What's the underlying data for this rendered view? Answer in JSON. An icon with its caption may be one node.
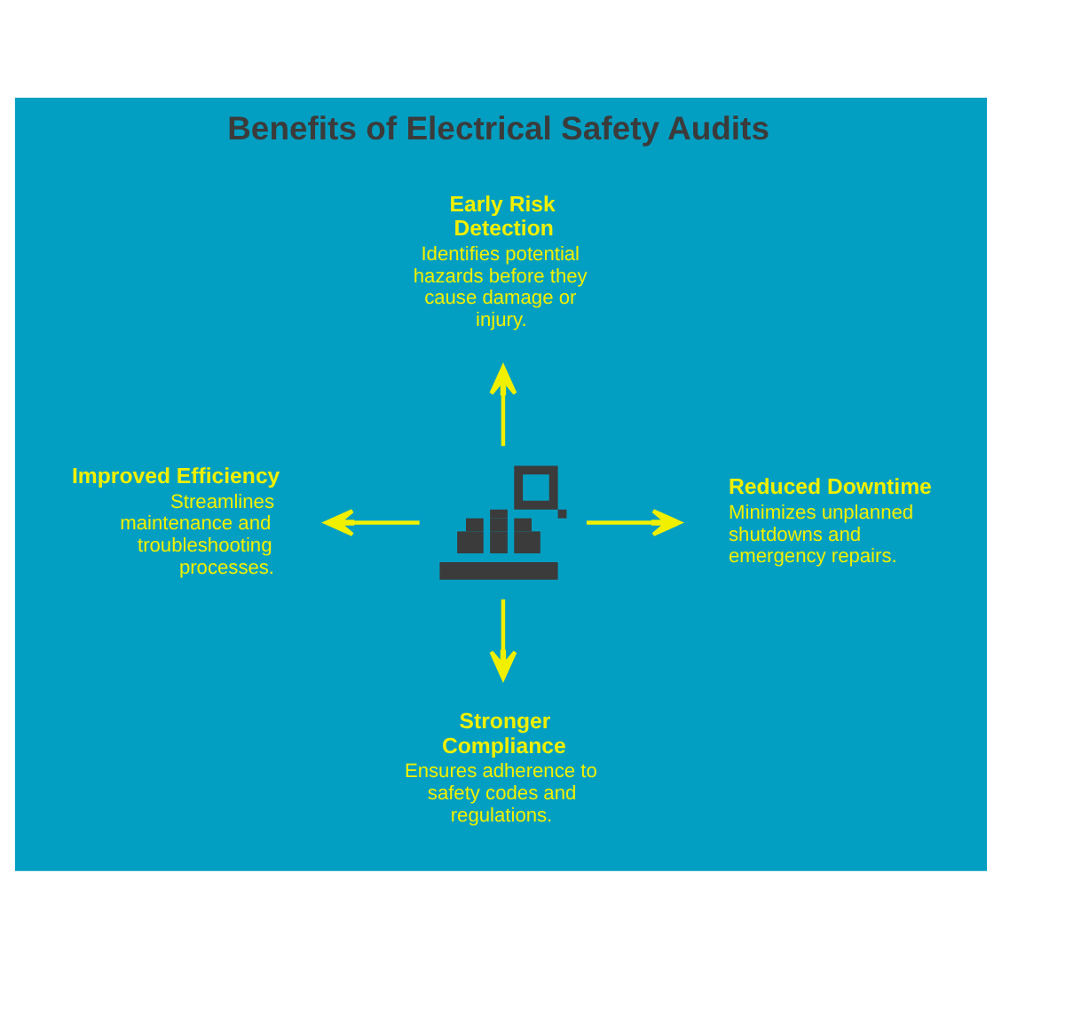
{
  "diagram": {
    "title": "Benefits of Electrical Safety Audits",
    "nodes": [
      {
        "text": [
          "Early Risk Detection",
          "Identifies potential hazards before they cause damage or injury."
        ]
      },
      {
        "text": [
          "Improved Efficiency",
          "Streamlines maintenance and troubleshooting processes."
        ]
      },
      {
        "text": [],
        "shape": "picture"
      },
      {
        "text": [
          "Reduced Downtime",
          "Minimizes unplanned shutdowns and emergency repairs."
        ]
      },
      {
        "text": [
          "Stronger Compliance",
          "Ensures adherence to safety codes and regulations."
        ]
      }
    ],
    "edges": [
      {
        "from": 2,
        "to": 0,
        "arrow": "to"
      },
      {
        "from": 2,
        "to": 1,
        "arrow": "to"
      },
      {
        "from": 2,
        "to": 3,
        "arrow": "to"
      },
      {
        "from": 2,
        "to": 4,
        "arrow": "to"
      }
    ]
  }
}
